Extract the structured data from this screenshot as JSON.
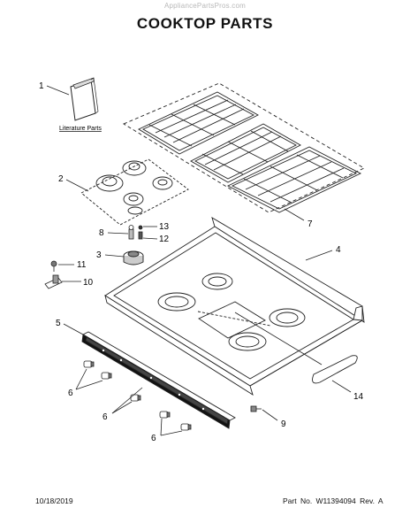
{
  "watermark": "AppliancePartsPros.com",
  "title": "COOKTOP PARTS",
  "literature_label": "Literature Parts",
  "callouts": {
    "c1": "1",
    "c2": "2",
    "c3": "3",
    "c4": "4",
    "c5": "5",
    "c6a": "6",
    "c6b": "6",
    "c6c": "6",
    "c7": "7",
    "c8": "8",
    "c9": "9",
    "c10": "10",
    "c11": "11",
    "c12": "12",
    "c13": "13",
    "c14": "14"
  },
  "footer": {
    "date": "10/18/2019",
    "part_no": "Part No.  W11394094  Rev. A"
  }
}
